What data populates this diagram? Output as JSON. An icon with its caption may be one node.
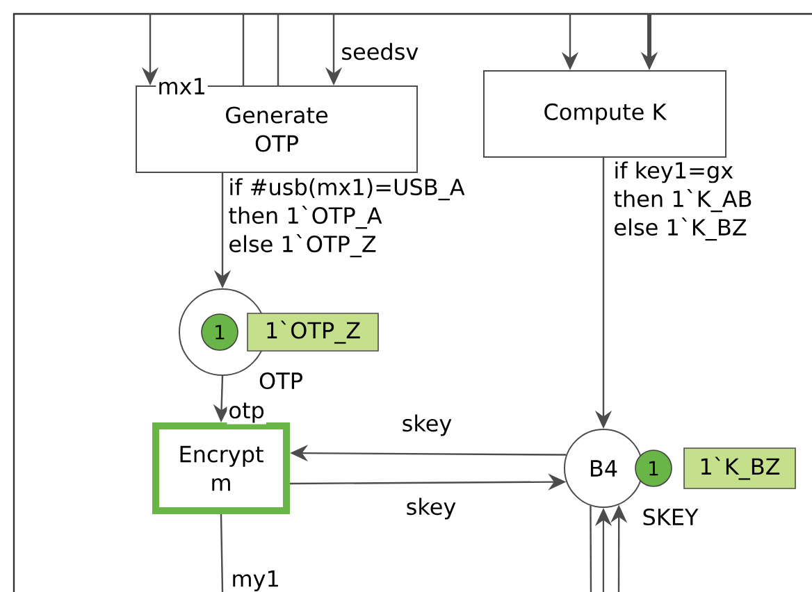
{
  "diagram": {
    "nodes": [
      {
        "text": [
          "Generate OTP"
        ]
      },
      {
        "text": [
          "Compute K"
        ]
      },
      {
        "text": [],
        "shape": "circle",
        "beside": [
          "OTP"
        ]
      },
      {
        "text": [
          "1"
        ],
        "in": 2
      },
      {
        "text": [
          "1`OTP_Z"
        ]
      },
      {
        "text": [
          "Encrypt m"
        ]
      },
      {
        "text": [
          "B4"
        ],
        "beside": [
          "SKEY"
        ]
      },
      {
        "text": [
          "1"
        ]
      },
      {
        "text": [
          "1`K_BZ"
        ]
      }
    ],
    "edges": [
      {
        "from": null,
        "to": 0,
        "arrow": "to",
        "label": "mx1"
      },
      {
        "from": 0,
        "to": null,
        "arrow": "none"
      },
      {
        "from": 0,
        "to": null,
        "arrow": "none"
      },
      {
        "from": null,
        "to": 0,
        "arrow": "to",
        "label": "seedsv"
      },
      {
        "from": 0,
        "to": 2,
        "arrow": "to",
        "label": "if #usb(mx1)=USB_A then 1`OTP_A else 1`OTP_Z"
      },
      {
        "from": null,
        "to": 1,
        "arrow": "to"
      },
      {
        "from": null,
        "to": 1,
        "arrow": "to",
        "style": "thick"
      },
      {
        "from": 1,
        "to": 6,
        "arrow": "to",
        "label": "if key1=gx then 1`K_AB else 1`K_BZ"
      },
      {
        "from": 2,
        "to": 5,
        "arrow": "to",
        "label": "otp"
      },
      {
        "from": 6,
        "to": 5,
        "arrow": "to",
        "label": "skey"
      },
      {
        "from": 5,
        "to": 6,
        "arrow": "to",
        "label": "skey"
      },
      {
        "from": 5,
        "to": null,
        "arrow": "none",
        "label": "my1"
      },
      {
        "from": 6,
        "to": null,
        "arrow": "none"
      },
      {
        "from": null,
        "to": 6,
        "arrow": "to"
      },
      {
        "from": null,
        "to": 6,
        "arrow": "to"
      }
    ]
  }
}
